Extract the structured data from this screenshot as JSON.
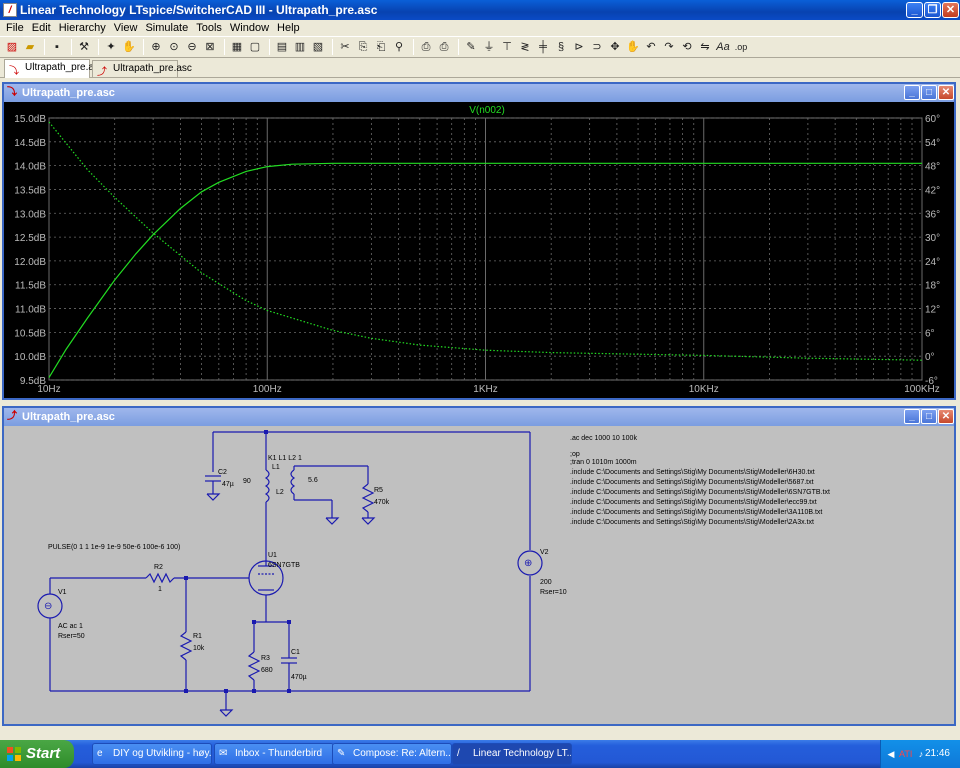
{
  "window": {
    "title": "Linear Technology LTspice/SwitcherCAD III - Ultrapath_pre.asc",
    "app_icon": "ltspice-icon"
  },
  "menu": [
    "File",
    "Edit",
    "Hierarchy",
    "View",
    "Simulate",
    "Tools",
    "Window",
    "Help"
  ],
  "tabs": [
    {
      "label": "Ultrapath_pre.asc",
      "icon": "plot-icon",
      "active": true
    },
    {
      "label": "Ultrapath_pre.asc",
      "icon": "schematic-icon",
      "active": false
    }
  ],
  "plot_window": {
    "title": "Ultrapath_pre.asc",
    "trace_label": "V(n002)",
    "trace_color": "#22dd22"
  },
  "schematic_window": {
    "title": "Ultrapath_pre.asc",
    "directives": [
      ".ac dec 1000 10 100k",
      ";op",
      ";tran 0 1010m 1000m",
      ".include C:\\Documents and Settings\\Stig\\My Documents\\Stig\\Modeller\\6H30.txt",
      ".include C:\\Documents and Settings\\Stig\\My Documents\\Stig\\Modeller\\5687.txt",
      ".include C:\\Documents and Settings\\Stig\\My Documents\\Stig\\Modeller\\6SN7GTB.txt",
      ".include C:\\Documents and Settings\\Stig\\My Documents\\Stig\\Modeller\\ecc99.txt",
      ".include C:\\Documents and Settings\\Stig\\My Documents\\Stig\\Modeller\\3A110B.txt",
      ".include C:\\Documents and Settings\\Stig\\My Documents\\Stig\\Modeller\\2A3x.txt"
    ],
    "components": {
      "pulse": "PULSE(0 1 1 1e-9 1e-9 50e-6 100e-6 100)",
      "v1": "V1",
      "v1_ac": "AC ac 1",
      "v1_rser": "Rser=50",
      "r2": "R2",
      "r2_val": "1",
      "r1": "R1",
      "r1_val": "10k",
      "r3": "R3",
      "r3_val": "680",
      "c1": "C1",
      "c1_val": "470µ",
      "c2": "C2",
      "c2_val": "47µ",
      "u1": "U1",
      "u1_model": "6SN7GTB",
      "k1": "K1 L1 L2 1",
      "l1": "L1",
      "l1_val": "90",
      "l2": "L2",
      "l2_val": "5.6",
      "r5": "R5",
      "r5_val": "470k",
      "v2": "V2",
      "v2_val": "200",
      "v2_rser": "Rser=10"
    }
  },
  "taskbar": {
    "start": "Start",
    "tasks": [
      {
        "label": "DIY og Utvikling - høy...",
        "icon": "ie-icon"
      },
      {
        "label": "Inbox - Thunderbird",
        "icon": "thunderbird-icon"
      },
      {
        "label": "Compose: Re: Altern...",
        "icon": "compose-icon"
      },
      {
        "label": "Linear Technology LT...",
        "icon": "ltspice-icon",
        "active": true
      }
    ],
    "clock": "21:46"
  },
  "chart_data": {
    "type": "line",
    "title": "V(n002)",
    "x_scale": "log",
    "xlim": [
      10,
      100000
    ],
    "x_tick_labels": [
      "10Hz",
      "100Hz",
      "1KHz",
      "10KHz",
      "100KHz"
    ],
    "ylim_left": [
      9.5,
      15.0
    ],
    "y_tick_labels_left": [
      "15.0dB",
      "14.5dB",
      "14.0dB",
      "13.5dB",
      "13.0dB",
      "12.5dB",
      "12.0dB",
      "11.5dB",
      "11.0dB",
      "10.5dB",
      "10.0dB",
      "9.5dB"
    ],
    "ylim_right": [
      -6,
      60
    ],
    "y_tick_labels_right": [
      "60°",
      "54°",
      "48°",
      "42°",
      "36°",
      "30°",
      "24°",
      "18°",
      "12°",
      "6°",
      "0°",
      "-6°"
    ],
    "grid": true,
    "series": [
      {
        "axis": "left",
        "style": "solid",
        "x": [
          10,
          12,
          15,
          20,
          25,
          30,
          40,
          50,
          60,
          80,
          100,
          130,
          200,
          500,
          1000,
          10000,
          100000
        ],
        "y": [
          9.55,
          10.15,
          10.8,
          11.6,
          12.15,
          12.55,
          13.1,
          13.45,
          13.65,
          13.88,
          13.98,
          14.03,
          14.05,
          14.05,
          14.05,
          14.05,
          14.05
        ]
      },
      {
        "axis": "right",
        "style": "dotted",
        "x": [
          10,
          15,
          20,
          30,
          50,
          80,
          100,
          200,
          300,
          500,
          1000,
          2000,
          5000,
          10000,
          30000,
          100000
        ],
        "y": [
          59,
          47,
          40,
          31,
          21,
          14,
          11.5,
          6.5,
          4.5,
          2.8,
          1.5,
          0.9,
          0.5,
          0.2,
          -0.5,
          -1.0
        ]
      }
    ]
  }
}
